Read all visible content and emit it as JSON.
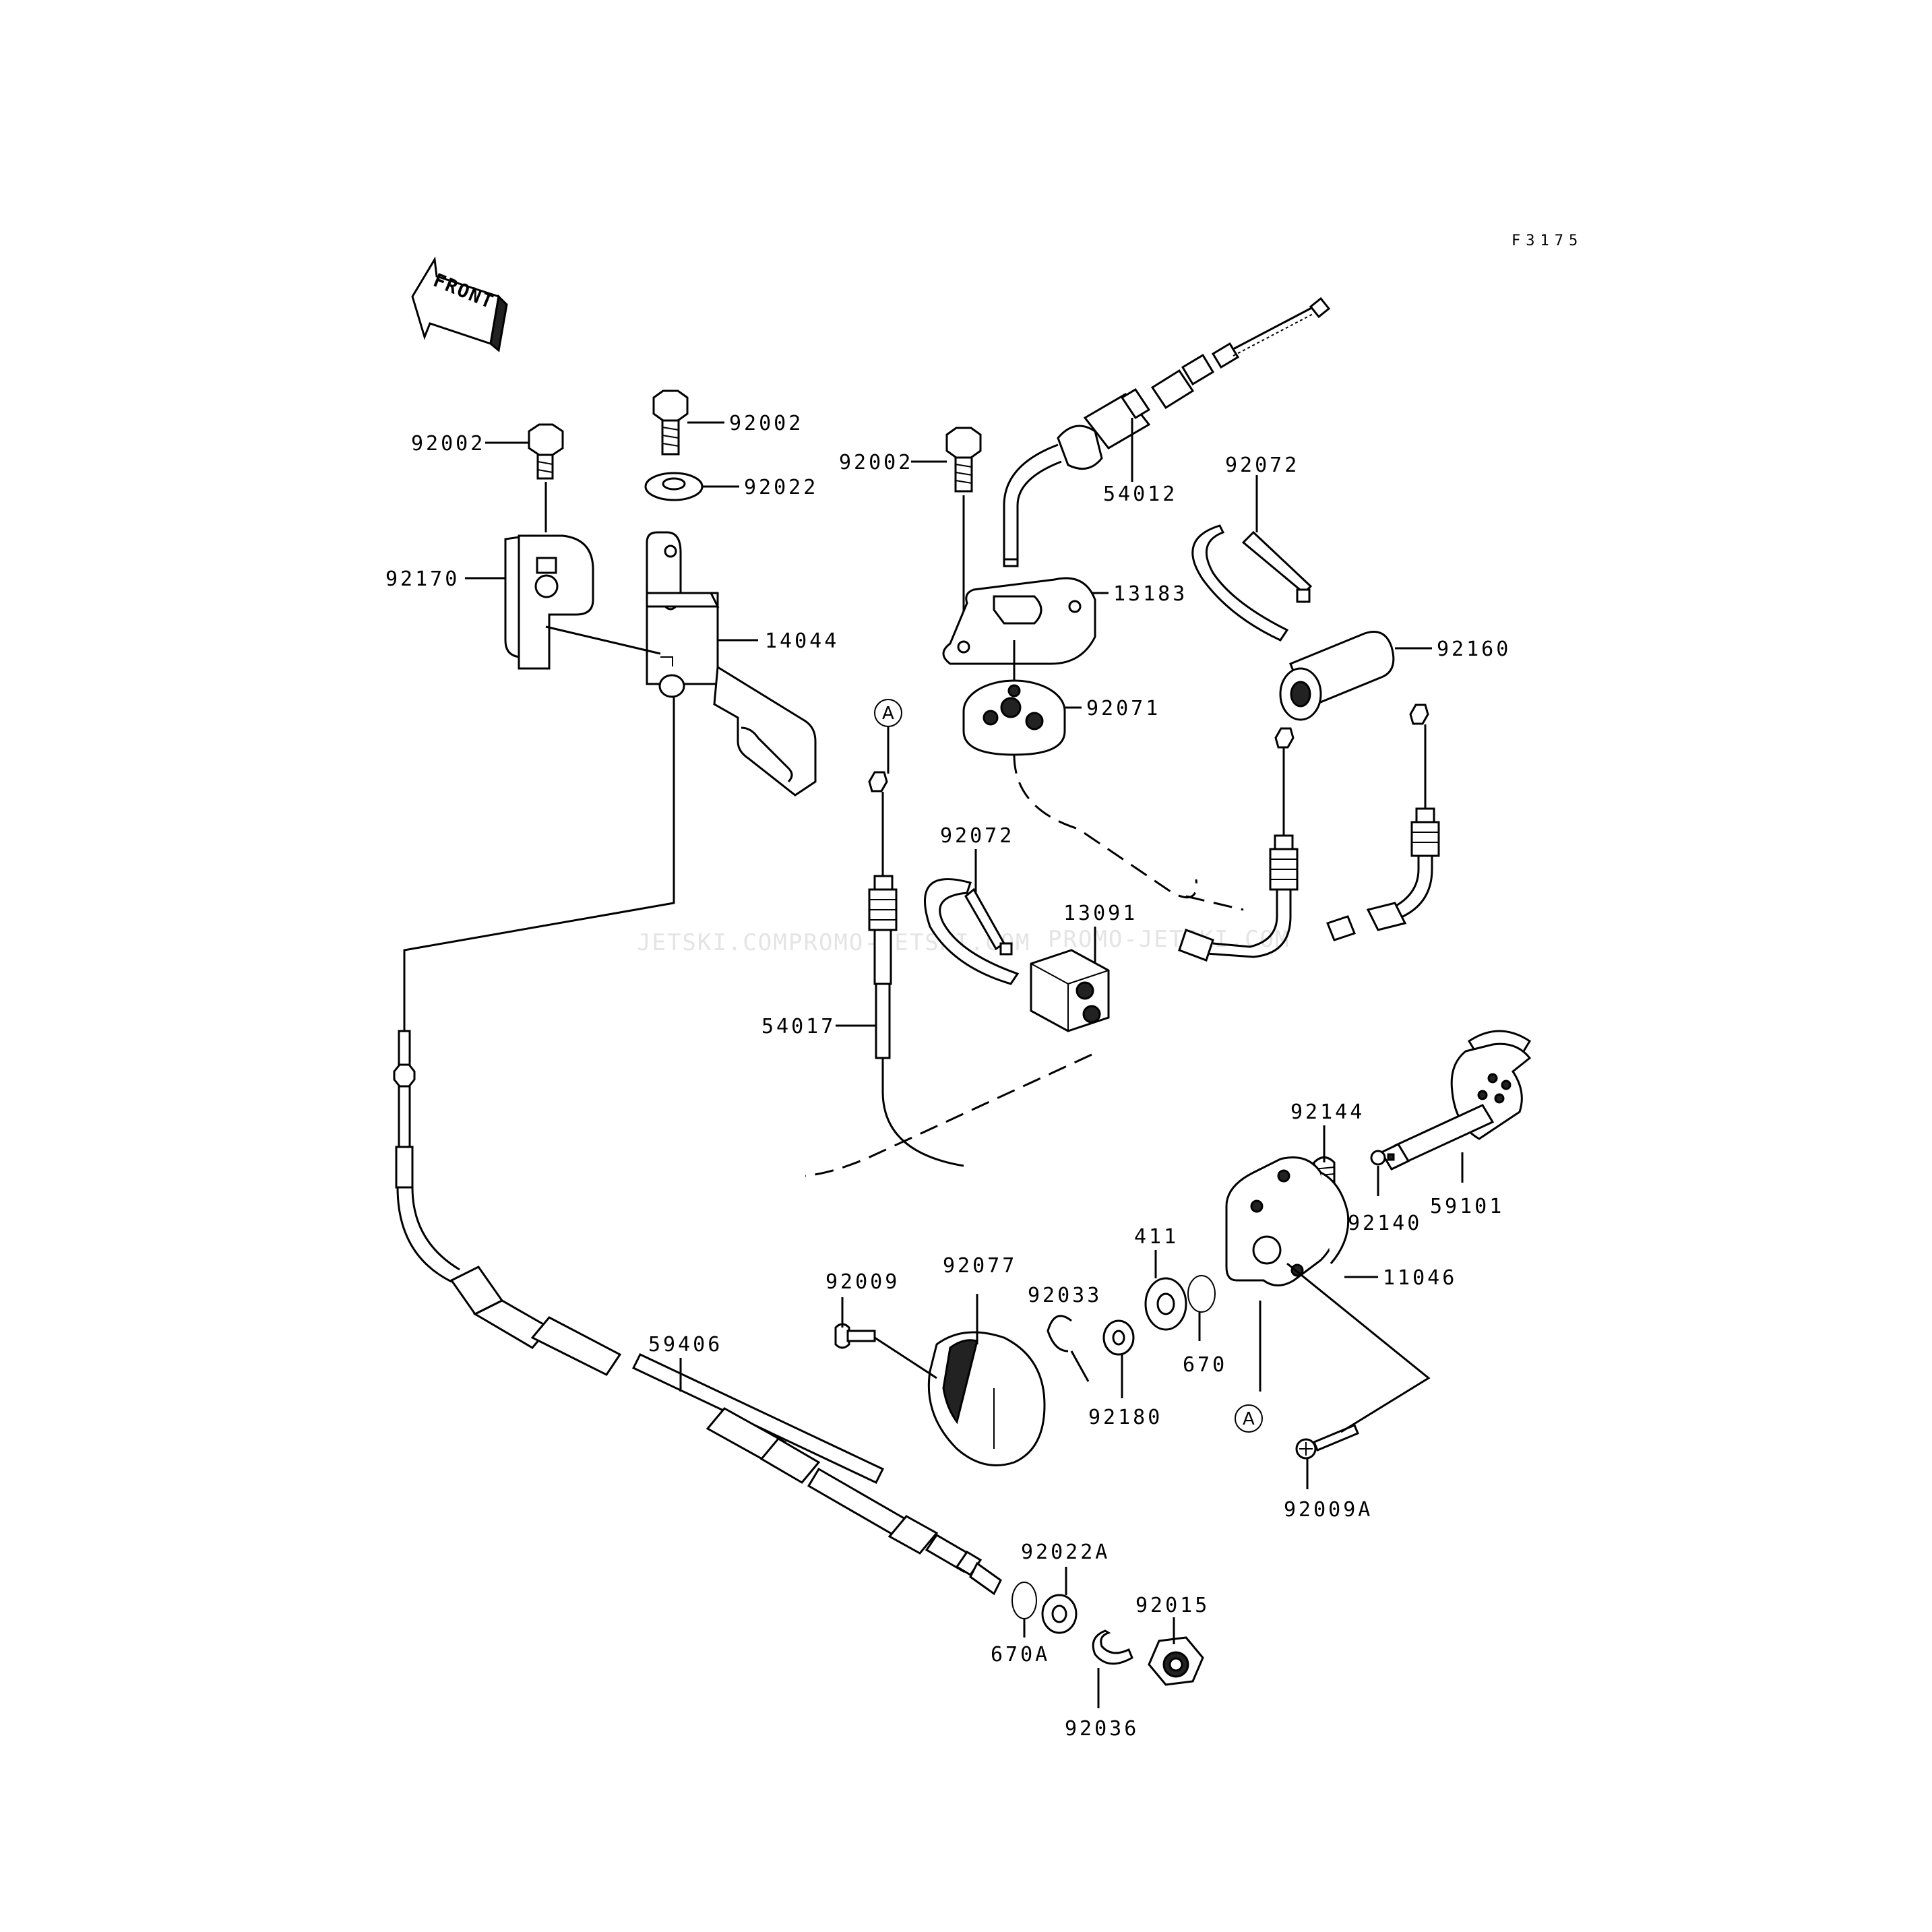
{
  "figure_code": "F3175",
  "front_arrow_label": "FRONT",
  "watermark": [
    "JETSKI.COM",
    "PROMO-JETSKI.COM",
    "PROMO-JETSKI.COM"
  ],
  "reference_marks": [
    "A",
    "A"
  ],
  "part_labels": [
    "92002",
    "92002",
    "92022",
    "92002",
    "54012",
    "92072",
    "92170",
    "14044",
    "13183",
    "92160",
    "92071",
    "92072",
    "13091",
    "54017",
    "92144",
    "59101",
    "92140",
    "411",
    "11046",
    "92009",
    "92077",
    "92033",
    "670",
    "92180",
    "59406",
    "92009A",
    "92022A",
    "92015",
    "670A",
    "92036"
  ]
}
